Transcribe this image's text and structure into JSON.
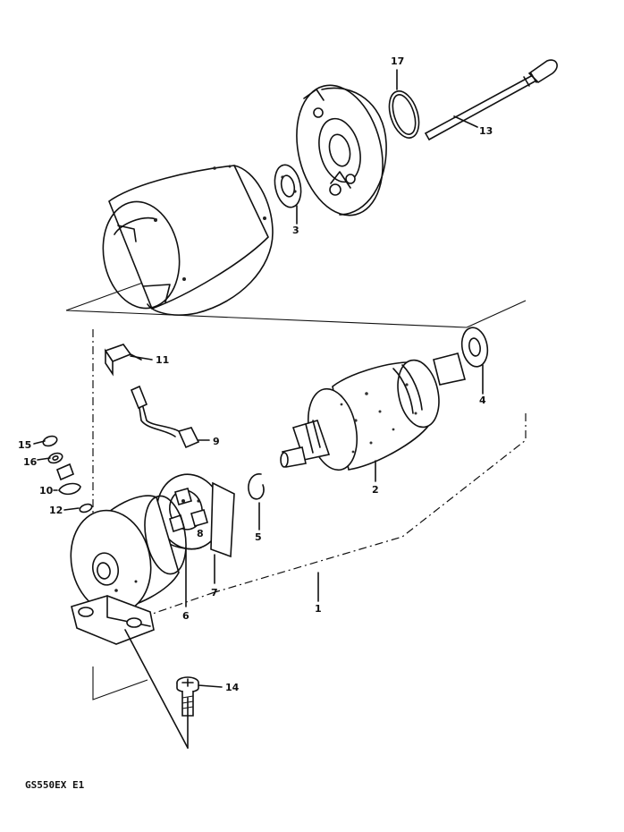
{
  "diagram": {
    "caption": "GS550EX E1",
    "callouts": [
      {
        "id": "17",
        "label": "17"
      },
      {
        "id": "13",
        "label": "13"
      },
      {
        "id": "3",
        "label": "3"
      },
      {
        "id": "11",
        "label": "11"
      },
      {
        "id": "4",
        "label": "4"
      },
      {
        "id": "9",
        "label": "9"
      },
      {
        "id": "15",
        "label": "15"
      },
      {
        "id": "16",
        "label": "16"
      },
      {
        "id": "2",
        "label": "2"
      },
      {
        "id": "10",
        "label": "10"
      },
      {
        "id": "12",
        "label": "12"
      },
      {
        "id": "8",
        "label": "8"
      },
      {
        "id": "5",
        "label": "5"
      },
      {
        "id": "7",
        "label": "7"
      },
      {
        "id": "6",
        "label": "6"
      },
      {
        "id": "1",
        "label": "1"
      },
      {
        "id": "14",
        "label": "14"
      }
    ]
  }
}
